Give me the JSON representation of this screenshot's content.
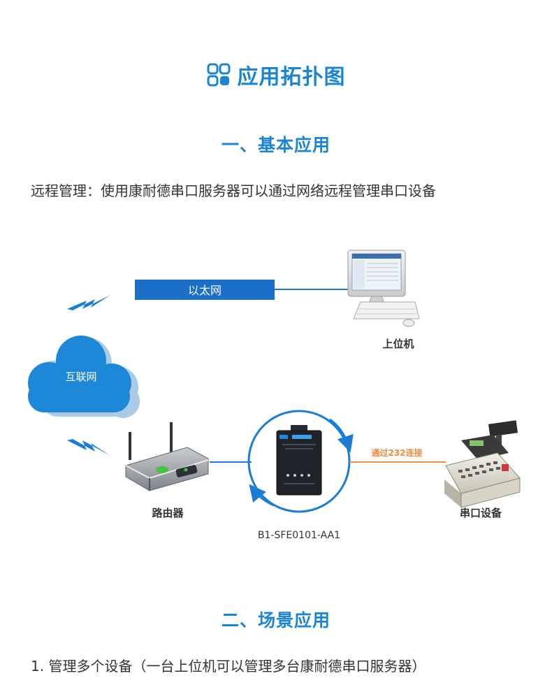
{
  "header": {
    "title": "应用拓扑图",
    "icon": "app-grid-icon",
    "accent_color": "#1b84d4"
  },
  "section1": {
    "title": "一、基本应用",
    "description": "远程管理：使用康耐德串口服务器可以通过网络远程管理串口设备"
  },
  "diagram": {
    "ethernet_label": "以太网",
    "internet_label": "互联网",
    "host_label": "上位机",
    "router_label": "路由器",
    "device_model": "B1-SFE0101-AA1",
    "serial_link_label": "通过232连接",
    "serial_device_label": "串口设备",
    "link_color": "#1b7cd6",
    "serial_link_color": "#f08a3c",
    "cloud_color": "#1e88d8"
  },
  "section2": {
    "title": "二、场景应用",
    "item1": "1. 管理多个设备（一台上位机可以管理多台康耐德串口服务器）"
  }
}
